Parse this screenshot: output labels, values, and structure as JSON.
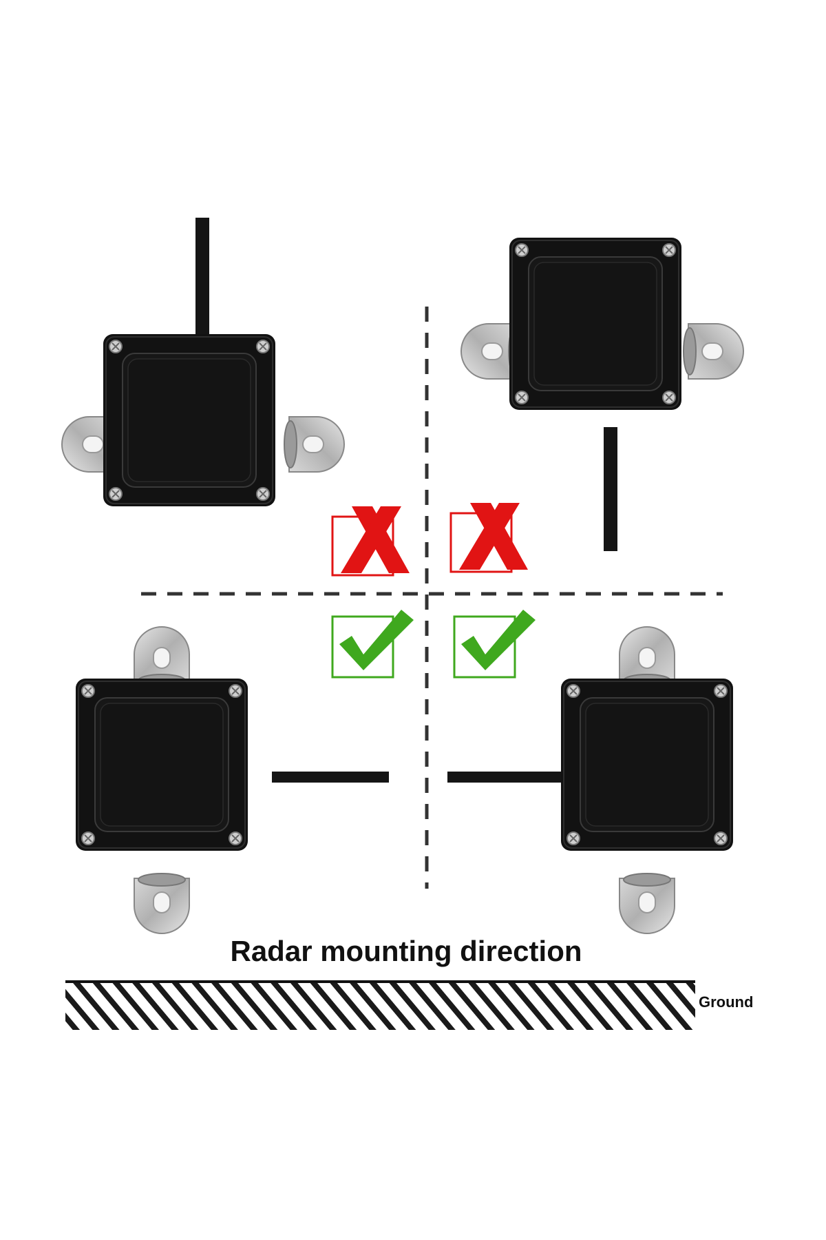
{
  "title": "Radar mounting direction",
  "ground_label": "Ground",
  "placements": [
    {
      "name": "cable-up",
      "verdict": "incorrect"
    },
    {
      "name": "cable-down",
      "verdict": "incorrect"
    },
    {
      "name": "cable-right",
      "verdict": "correct"
    },
    {
      "name": "cable-left",
      "verdict": "correct"
    }
  ],
  "colors": {
    "enclosure": "#121212",
    "cross": "#e11414",
    "check": "#3fa81e",
    "bracket": "#b9b9b9",
    "line": "#333333"
  },
  "icons": [
    "cross-icon",
    "check-icon",
    "screw-icon",
    "mounting-bracket-icon"
  ]
}
